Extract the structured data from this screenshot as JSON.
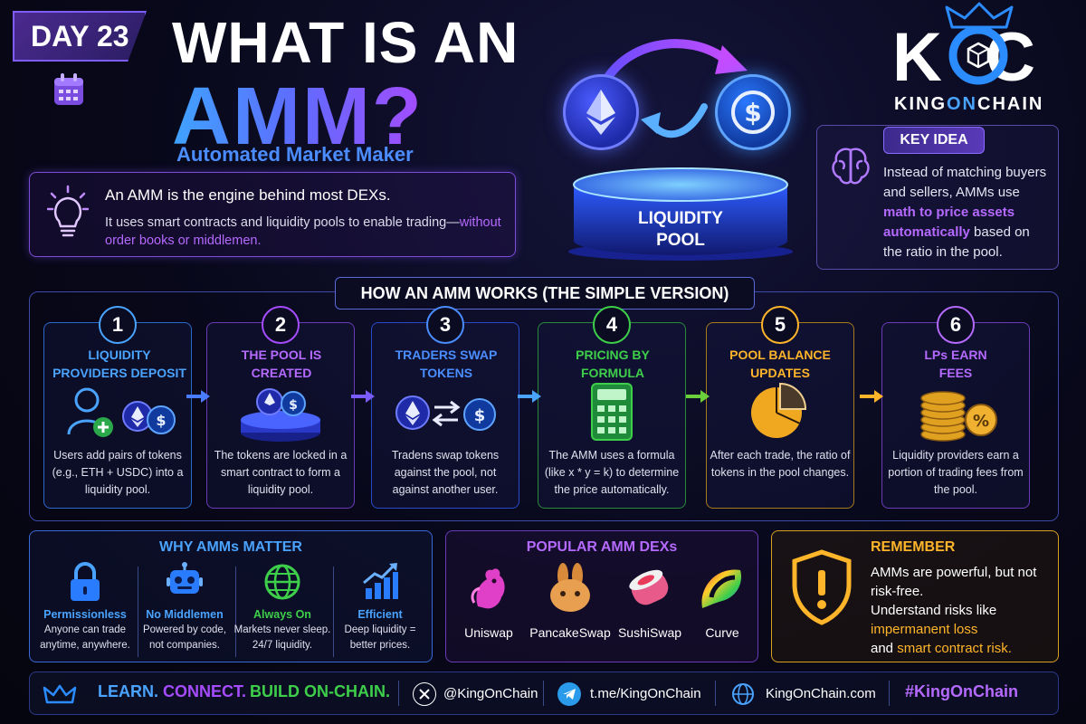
{
  "header": {
    "day": "DAY 23",
    "title_line1": "WHAT IS AN",
    "title_line2": "AMM?",
    "subtitle": "Automated Market Maker"
  },
  "intro": {
    "line1": "An AMM is the engine behind most DEXs.",
    "line2_plain": "It uses smart contracts and liquidity pools to enable trading—",
    "line2_highlight": "without order books or middlemen."
  },
  "pool": {
    "label_line1": "LIQUIDITY",
    "label_line2": "POOL"
  },
  "logo": {
    "letters": "K  C",
    "name_part1": "KING",
    "name_part2": "ON",
    "name_part3": "CHAIN"
  },
  "key_idea": {
    "tag": "KEY IDEA",
    "text_part1": "Instead of matching buyers and sellers, AMMs use ",
    "text_highlight": "math to price assets automatically",
    "text_part2": " based on the ratio in the pool."
  },
  "how": {
    "title": "HOW AN AMM WORKS (THE SIMPLE VERSION)",
    "steps": [
      {
        "num": "1",
        "title": "LIQUIDITY PROVIDERS DEPOSIT",
        "desc": "Users add pairs of tokens (e.g., ETH + USDC) into a liquidity pool.",
        "color": "#4aa3ff"
      },
      {
        "num": "2",
        "title": "THE POOL IS CREATED",
        "desc": "The tokens are locked in a smart contract to form a liquidity pool.",
        "color": "#a54cff"
      },
      {
        "num": "3",
        "title": "TRADERS SWAP TOKENS",
        "desc": "Tradens swap tokens against the pool, not against another user.",
        "color": "#4a8dff"
      },
      {
        "num": "4",
        "title": "PRICING BY FORMULA",
        "desc": "The AMM uses a formula (like x * y = k) to determine the price automatically.",
        "color": "#3ecf4a"
      },
      {
        "num": "5",
        "title": "POOL BALANCE UPDATES",
        "desc": "After each trade, the ratio of tokens in the pool changes.",
        "color": "#ffb52a"
      },
      {
        "num": "6",
        "title": "LPs EARN FEES",
        "desc": "Liquidity providers earn a portion of trading fees from the pool.",
        "color": "#b56aff"
      }
    ]
  },
  "why": {
    "title": "WHY AMMs MATTER",
    "items": [
      {
        "label": "Permissionless",
        "desc": "Anyone can trade anytime, anywhere.",
        "color": "#4aa3ff"
      },
      {
        "label": "No Middlemen",
        "desc": "Powered by code, not companies.",
        "color": "#4aa3ff"
      },
      {
        "label": "Always On",
        "desc": "Markets never sleep. 24/7 liquidity.",
        "color": "#3ecf4a"
      },
      {
        "label": "Efficient",
        "desc": "Deep liquidity = better prices.",
        "color": "#4aa3ff"
      }
    ]
  },
  "dexs": {
    "title": "POPULAR AMM DEXs",
    "items": [
      "Uniswap",
      "PancakeSwap",
      "SushiSwap",
      "Curve"
    ]
  },
  "remember": {
    "title": "REMEMBER",
    "line1": "AMMs are powerful, but not risk-free.",
    "line2": "Understand risks like",
    "hl1": "impermanent loss",
    "line3": "and",
    "hl2": "smart contract risk."
  },
  "footer": {
    "learn": "LEARN.",
    "connect": "CONNECT.",
    "build": "BUILD ON-CHAIN.",
    "x_handle": "@KingOnChain",
    "telegram": "t.me/KingOnChain",
    "website": "KingOnChain.com",
    "hashtag": "#KingOnChain"
  }
}
